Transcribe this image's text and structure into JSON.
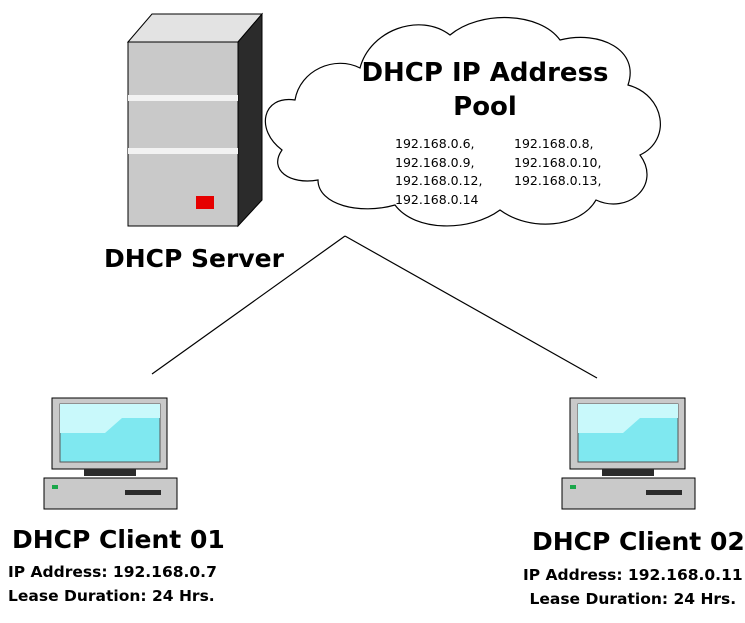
{
  "server": {
    "label": "DHCP Server"
  },
  "pool": {
    "title_line1": "DHCP IP Address",
    "title_line2": "Pool",
    "addresses_left": [
      "192.168.0.6,",
      "192.168.0.9,",
      "192.168.0.12,",
      "192.168.0.14"
    ],
    "addresses_right": [
      "192.168.0.8,",
      "192.168.0.10,",
      "192.168.0.13,"
    ]
  },
  "clients": [
    {
      "title": "DHCP Client 01",
      "ip_line": "IP Address: 192.168.0.7",
      "lease_line": "Lease Duration: 24 Hrs."
    },
    {
      "title": "DHCP Client 02",
      "ip_line": "IP Address: 192.168.0.11",
      "lease_line": "Lease Duration: 24 Hrs."
    }
  ],
  "colors": {
    "server_light": "#c9c9c9",
    "server_dark": "#2b2b2b",
    "indicator": "#e60000",
    "screen": "#7fe8f0",
    "screen_glare": "#c9f9fb",
    "led": "#1aa64a"
  }
}
